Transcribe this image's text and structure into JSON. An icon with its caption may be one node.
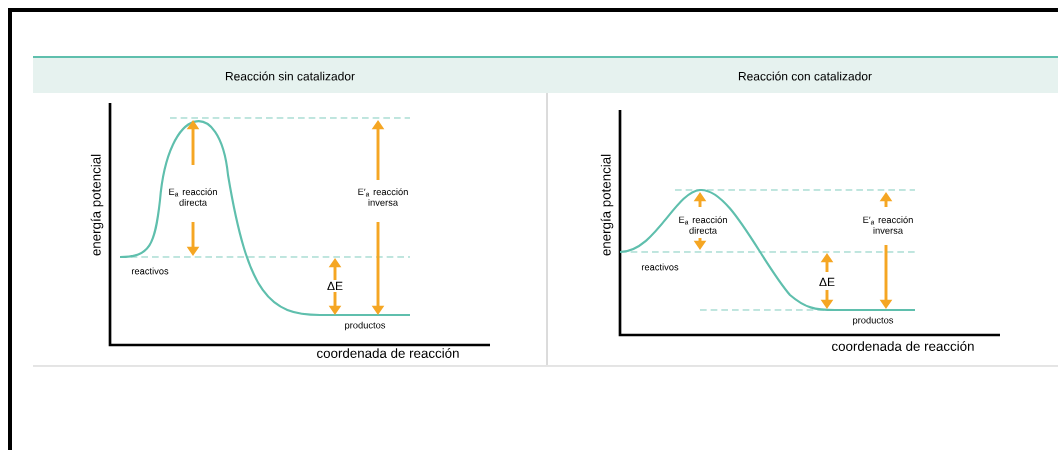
{
  "diagram": {
    "labels": [
      "Reacción sin catalizador",
      "Reacción con catalizador",
      "energía potencial",
      "E$_{a}$ reacción directa",
      "E′$_{a}$ reacción inversa",
      "reactivos",
      "ΔE",
      "productos",
      "coordenada de reacción",
      "energía potencial",
      "E$_{a}$ reacción directa",
      "E′$_{a}$ reacción inversa",
      "reactivos",
      "ΔE",
      "productos",
      "coordenada de reacción"
    ]
  }
}
